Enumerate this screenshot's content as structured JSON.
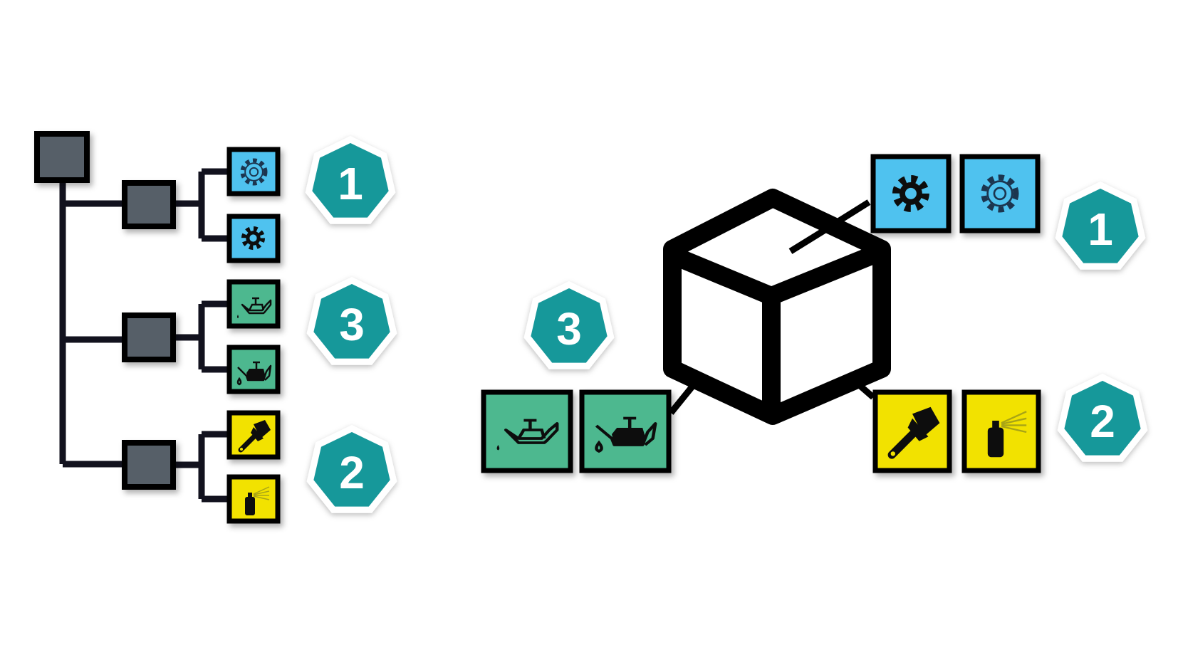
{
  "colors": {
    "node": "#565e68",
    "line": "#12121e",
    "blue": "#4fc2ef",
    "green": "#4db88f",
    "yellow": "#f2e200",
    "badge": "#17989a"
  },
  "tree": {
    "groups": [
      {
        "badge": "1",
        "icons": [
          "gear-outline-icon",
          "gear-solid-icon"
        ]
      },
      {
        "badge": "3",
        "icons": [
          "oil-can-outline-icon",
          "oil-can-filled-icon"
        ]
      },
      {
        "badge": "2",
        "icons": [
          "paint-brush-icon",
          "spray-can-icon"
        ]
      }
    ]
  },
  "cube": {
    "groups": [
      {
        "badge": "1",
        "icons": [
          "gear-solid-icon",
          "gear-outline-icon"
        ]
      },
      {
        "badge": "3",
        "icons": [
          "oil-can-outline-icon",
          "oil-can-filled-icon"
        ]
      },
      {
        "badge": "2",
        "icons": [
          "paint-brush-icon",
          "spray-can-icon"
        ]
      }
    ]
  }
}
